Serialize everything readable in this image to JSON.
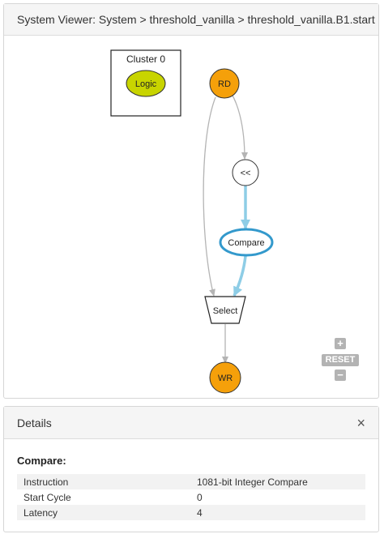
{
  "viewer": {
    "title": "System Viewer: System > threshold_vanilla > threshold_vanilla.B1.start"
  },
  "graph": {
    "cluster_label": "Cluster 0",
    "nodes": {
      "logic": "Logic",
      "rd": "RD",
      "shift": "<<",
      "compare": "Compare",
      "select": "Select",
      "wr": "WR"
    },
    "colors": {
      "logic_fill": "#c8d400",
      "io_fill": "#f5a00a",
      "selected_stroke": "#3399cc",
      "highlight_edge": "#8ecde6",
      "edge": "#b4b4b4"
    }
  },
  "zoom": {
    "zoom_in_label": "+",
    "reset_label": "RESET",
    "zoom_out_label": "−"
  },
  "details": {
    "header": "Details",
    "close_label": "×",
    "title": "Compare:",
    "rows": [
      {
        "key": "Instruction",
        "value": "1081-bit Integer Compare"
      },
      {
        "key": "Start Cycle",
        "value": "0"
      },
      {
        "key": "Latency",
        "value": "4"
      }
    ]
  }
}
